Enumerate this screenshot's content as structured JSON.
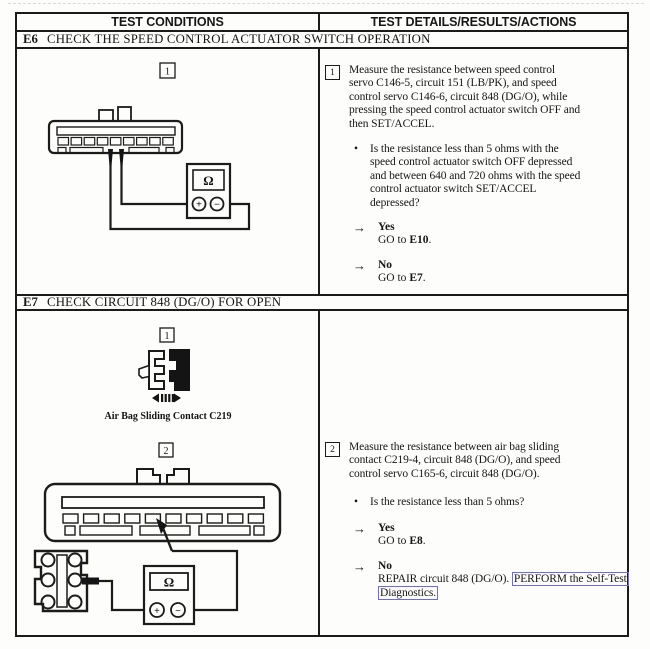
{
  "colors": {
    "ink": "#1b1b1b",
    "paper": "#fdfdfc",
    "link_box": "#6b6bd9"
  },
  "header": {
    "col1": "TEST CONDITIONS",
    "col2": "TEST DETAILS/RESULTS/ACTIONS"
  },
  "sections": [
    {
      "id": "E6",
      "title": "CHECK THE SPEED CONTROL ACTUATOR SWITCH OPERATION",
      "step": "1",
      "instruction": "Measure the resistance between speed control\nservo C146-5, circuit 151 (LB/PK), and speed\ncontrol servo C146-6, circuit 848 (DG/O), while\npressing the speed control actuator switch OFF and\nthen SET/ACCEL.",
      "bullet": "•",
      "arrow": "→",
      "question": "Is the resistance less than 5 ohms with the\nspeed control actuator switch OFF depressed\nand between 640 and 720 ohms with the speed\ncontrol actuator switch SET/ACCEL\ndepressed?",
      "yes": {
        "answer": "Yes",
        "pre": "GO to ",
        "target": "E10",
        "post": "."
      },
      "no": {
        "answer": "No",
        "pre": "GO to ",
        "target": "E7",
        "post": "."
      },
      "diagram": {
        "step_marker": "1",
        "meter_symbol": "Ω",
        "plus": "+",
        "minus": "−"
      }
    },
    {
      "id": "E7",
      "title": "CHECK CIRCUIT 848 (DG/O) FOR OPEN",
      "step": "2",
      "instruction": "Measure the resistance between air bag sliding\ncontact C219-4, circuit 848 (DG/O), and speed\ncontrol servo C165-6, circuit 848 (DG/O).",
      "bullet": "•",
      "arrow": "→",
      "question": "Is the resistance less than 5 ohms?",
      "yes": {
        "answer": "Yes",
        "pre": "GO to ",
        "target": "E8",
        "post": "."
      },
      "no": {
        "answer": "No",
        "pre": "REPAIR circuit 848 (DG/O). ",
        "link": "PERFORM the Self-Test Diagnostics."
      },
      "diagram": {
        "step_marker_1": "1",
        "caption": "Air Bag Sliding Contact C219",
        "step_marker_2": "2",
        "meter_symbol": "Ω",
        "plus": "+",
        "minus": "−"
      }
    }
  ]
}
